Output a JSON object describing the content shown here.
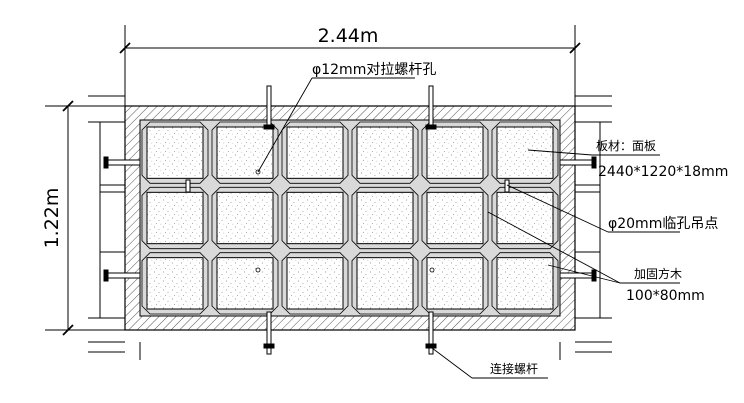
{
  "dimensions": {
    "width": "2.44m",
    "height": "1.22m"
  },
  "annotations": {
    "bolt_hole": "φ12mm对拉螺杆孔",
    "panel_material": "板材：面板",
    "panel_size": "2440*1220*18mm",
    "lifting_hole": "φ20mm临孔吊点",
    "stiffener_name": "加固方木",
    "stiffener_size": "100*80mm",
    "connecting_bolt": "连接螺杆"
  },
  "grid": {
    "rows": 3,
    "cols": 6
  },
  "colors": {
    "line": "#000000",
    "frame_fill": "#d9d9d9",
    "cell_fill": "#ffffff"
  }
}
